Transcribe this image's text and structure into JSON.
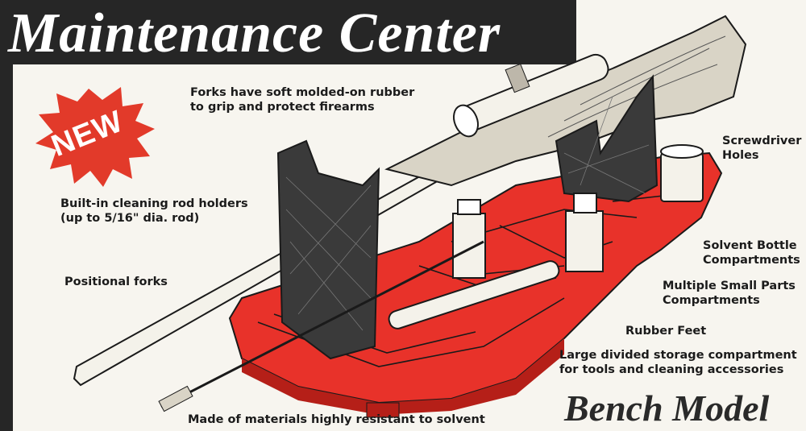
{
  "title": "Maintenance Center",
  "badge": {
    "text": "NEW",
    "color": "#e23a2a"
  },
  "subtitle": "Bench Model",
  "callouts": {
    "forks_rubber": [
      "Forks have soft molded-on rubber",
      "to grip and protect firearms"
    ],
    "rod_holders": [
      "Built-in cleaning rod holders",
      "(up to 5/16\" dia. rod)"
    ],
    "positional": [
      "Positional forks"
    ],
    "screwdriver": [
      "Screwdriver",
      "Holes"
    ],
    "solvent": [
      "Solvent Bottle",
      "Compartments"
    ],
    "small_parts": [
      "Multiple Small Parts",
      "Compartments"
    ],
    "feet": [
      "Rubber Feet"
    ],
    "storage": [
      "Large divided storage compartment",
      "for tools and cleaning accessories"
    ],
    "materials": [
      "Made of materials highly resistant to solvent"
    ]
  },
  "colors": {
    "tray": "#e8322a",
    "tray_dark": "#b51f18",
    "fork": "#3a3a3a",
    "ink": "#1a1a1a"
  }
}
